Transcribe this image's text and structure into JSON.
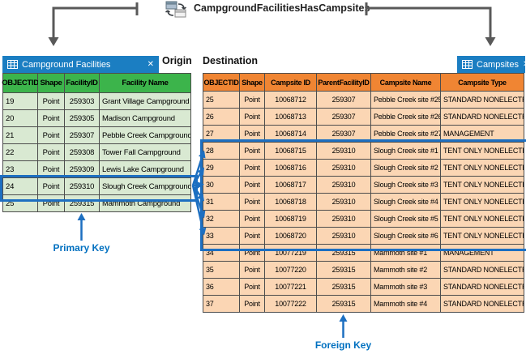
{
  "title": "CampgroundFacilitiesHasCampsites",
  "annotations": {
    "origin": "Origin",
    "destination": "Destination",
    "primary_key": "Primary Key",
    "foreign_key": "Foreign Key"
  },
  "icons": {
    "close_glyph": "✕",
    "table_icon": "table-grid",
    "relationship_icon": "relationship-class"
  },
  "origin_table": {
    "tab_label": "Campground Facilities",
    "columns": [
      "OBJECTID",
      "Shape",
      "FacilityID",
      "Facility Name"
    ],
    "rows": [
      [
        "19",
        "Point",
        "259303",
        "Grant Village Campground"
      ],
      [
        "20",
        "Point",
        "259305",
        "Madison Campground"
      ],
      [
        "21",
        "Point",
        "259307",
        "Pebble Creek Campground"
      ],
      [
        "22",
        "Point",
        "259308",
        "Tower Fall Campground"
      ],
      [
        "23",
        "Point",
        "259309",
        "Lewis Lake Campground"
      ],
      [
        "24",
        "Point",
        "259310",
        "Slough Creek Campground"
      ],
      [
        "25",
        "Point",
        "259315",
        "Mammoth Campground"
      ]
    ],
    "highlighted_objectid": "24",
    "primary_key_field": "FacilityID"
  },
  "destination_table": {
    "tab_label": "Campsites",
    "columns": [
      "OBJECTID",
      "Shape",
      "Campsite ID",
      "ParentFacilityID",
      "Campsite Name",
      "Campsite Type"
    ],
    "rows": [
      [
        "25",
        "Point",
        "10068712",
        "259307",
        "Pebble Creek site #25",
        "STANDARD NONELECTRIC"
      ],
      [
        "26",
        "Point",
        "10068713",
        "259307",
        "Pebble Creek site #26",
        "STANDARD NONELECTRIC"
      ],
      [
        "27",
        "Point",
        "10068714",
        "259307",
        "Pebble Creek site #27",
        "MANAGEMENT"
      ],
      [
        "28",
        "Point",
        "10068715",
        "259310",
        "Slough Creek site #1",
        "TENT ONLY NONELECTRIC"
      ],
      [
        "29",
        "Point",
        "10068716",
        "259310",
        "Slough Creek site #2",
        "TENT ONLY NONELECTRIC"
      ],
      [
        "30",
        "Point",
        "10068717",
        "259310",
        "Slough Creek site #3",
        "TENT ONLY NONELECTRIC"
      ],
      [
        "31",
        "Point",
        "10068718",
        "259310",
        "Slough Creek site #4",
        "TENT ONLY NONELECTRIC"
      ],
      [
        "32",
        "Point",
        "10068719",
        "259310",
        "Slough Creek site #5",
        "TENT ONLY NONELECTRIC"
      ],
      [
        "33",
        "Point",
        "10068720",
        "259310",
        "Slough Creek site #6",
        "TENT ONLY NONELECTRIC"
      ],
      [
        "34",
        "Point",
        "10077219",
        "259315",
        "Mammoth site #1",
        "MANAGEMENT"
      ],
      [
        "35",
        "Point",
        "10077220",
        "259315",
        "Mammoth site #2",
        "STANDARD NONELECTRIC"
      ],
      [
        "36",
        "Point",
        "10077221",
        "259315",
        "Mammoth site #3",
        "STANDARD NONELECTRIC"
      ],
      [
        "37",
        "Point",
        "10077222",
        "259315",
        "Mammoth site #4",
        "STANDARD NONELECTRIC"
      ]
    ],
    "highlighted_objectids": "28–33",
    "foreign_key_field": "ParentFacilityID"
  },
  "colors": {
    "tab_blue": "#1b7ec2",
    "origin_header": "#3cb44b",
    "origin_row": "#d9e9d2",
    "destination_header": "#f08533",
    "destination_row": "#fbd6b4",
    "highlight_blue": "#1d6fc1",
    "key_label_blue": "#0070c0",
    "connector_gray": "#595959"
  }
}
